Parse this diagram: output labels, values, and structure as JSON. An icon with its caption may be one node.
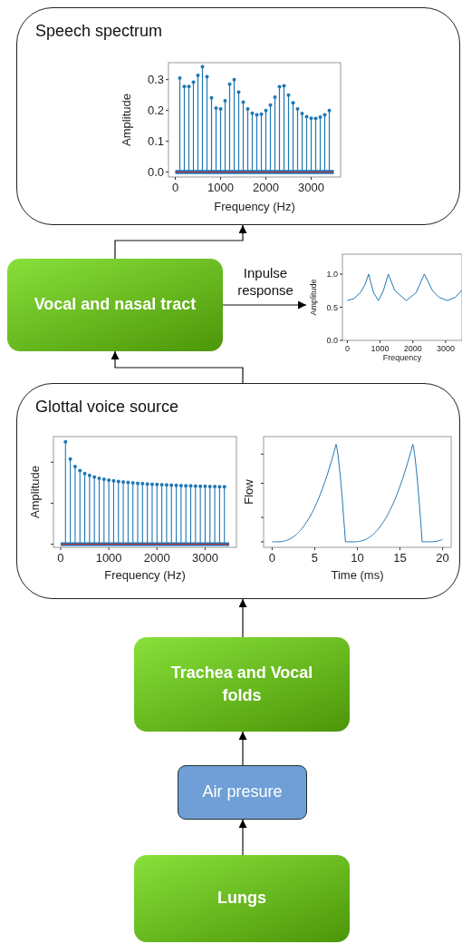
{
  "diagram": {
    "nodes": [
      {
        "text": [
          "Speech spectrum"
        ]
      },
      {
        "text": [
          "Vocal and nasal tract"
        ]
      },
      {
        "text": [],
        "shape": "chart"
      },
      {
        "text": [
          "Glottal voice source"
        ]
      },
      {
        "text": [
          "Trachea and Vocal folds"
        ]
      },
      {
        "text": [
          "Air presure"
        ]
      },
      {
        "text": [
          "Lungs"
        ]
      }
    ],
    "edges": [
      {
        "from": 6,
        "to": 5,
        "arrow": "to"
      },
      {
        "from": 5,
        "to": 4,
        "arrow": "to"
      },
      {
        "from": 4,
        "to": 3,
        "arrow": "to"
      },
      {
        "from": 3,
        "to": 1,
        "arrow": "to"
      },
      {
        "from": 1,
        "to": 0,
        "arrow": "to"
      },
      {
        "from": 1,
        "to": 2,
        "arrow": "to",
        "label": "Inpulse response"
      }
    ],
    "labels": [
      "Amplitude",
      "0",
      "1000",
      "2000",
      "3000",
      "Frequency (Hz)",
      "Flow",
      "0",
      "5",
      "10",
      "15",
      "20",
      "Time (ms)"
    ],
    "chart_data": [
      {
        "type": "bar",
        "xlabel": "Frequency (Hz)",
        "ylabel": "Amplitude",
        "x": [
          100,
          200,
          300,
          400,
          500,
          600,
          700,
          800,
          900,
          1000,
          1100,
          1200,
          1300,
          1400,
          1500,
          1600,
          1700,
          1800,
          1900,
          2000,
          2100,
          2200,
          2300,
          2400,
          2500,
          2600,
          2700,
          2800,
          2900,
          3000,
          3100,
          3200,
          3300,
          3400
        ],
        "series": [
          {
            "color": "#1f77b4",
            "values": [
              0.305,
              0.278,
              0.278,
              0.292,
              0.314,
              0.342,
              0.309,
              0.241,
              0.208,
              0.205,
              0.231,
              0.285,
              0.3,
              0.259,
              0.227,
              0.205,
              0.191,
              0.186,
              0.188,
              0.2,
              0.217,
              0.243,
              0.277,
              0.28,
              0.25,
              0.225,
              0.205,
              0.19,
              0.18,
              0.175,
              0.174,
              0.178,
              0.186,
              0.2
            ]
          }
        ],
        "xlim": [
          -150,
          3650
        ],
        "ylim": [
          -0.016,
          0.355
        ],
        "xticks": [
          0,
          1000,
          2000,
          3000
        ],
        "yticks": [
          {
            "value": 0,
            "label": "0.0"
          },
          {
            "value": 0.1,
            "label": "0.1"
          },
          {
            "value": 0.2,
            "label": "0.2"
          },
          {
            "value": 0.3,
            "label": "0.3"
          }
        ]
      },
      {
        "type": "line",
        "xlabel": "Frequency",
        "ylabel": "Amplitude",
        "x": [
          0,
          200,
          400,
          550,
          650,
          800,
          950,
          1100,
          1250,
          1450,
          1800,
          2100,
          2350,
          2600,
          2800,
          3050,
          3300,
          3500
        ],
        "series": [
          {
            "color": "#1f77b4",
            "values": [
              0.6,
              0.63,
              0.72,
              0.85,
              1.0,
              0.72,
              0.6,
              0.75,
              1.0,
              0.75,
              0.6,
              0.72,
              1.0,
              0.75,
              0.65,
              0.6,
              0.65,
              0.76
            ]
          }
        ],
        "xlim": [
          -150,
          3500
        ],
        "ylim": [
          0,
          1.3
        ],
        "xticks": [
          0,
          1000,
          2000,
          3000
        ],
        "yticks": [
          {
            "value": 0,
            "label": "0.0"
          },
          {
            "value": 0.5,
            "label": "0.5"
          },
          {
            "value": 1,
            "label": "1.0"
          }
        ]
      }
    ]
  }
}
